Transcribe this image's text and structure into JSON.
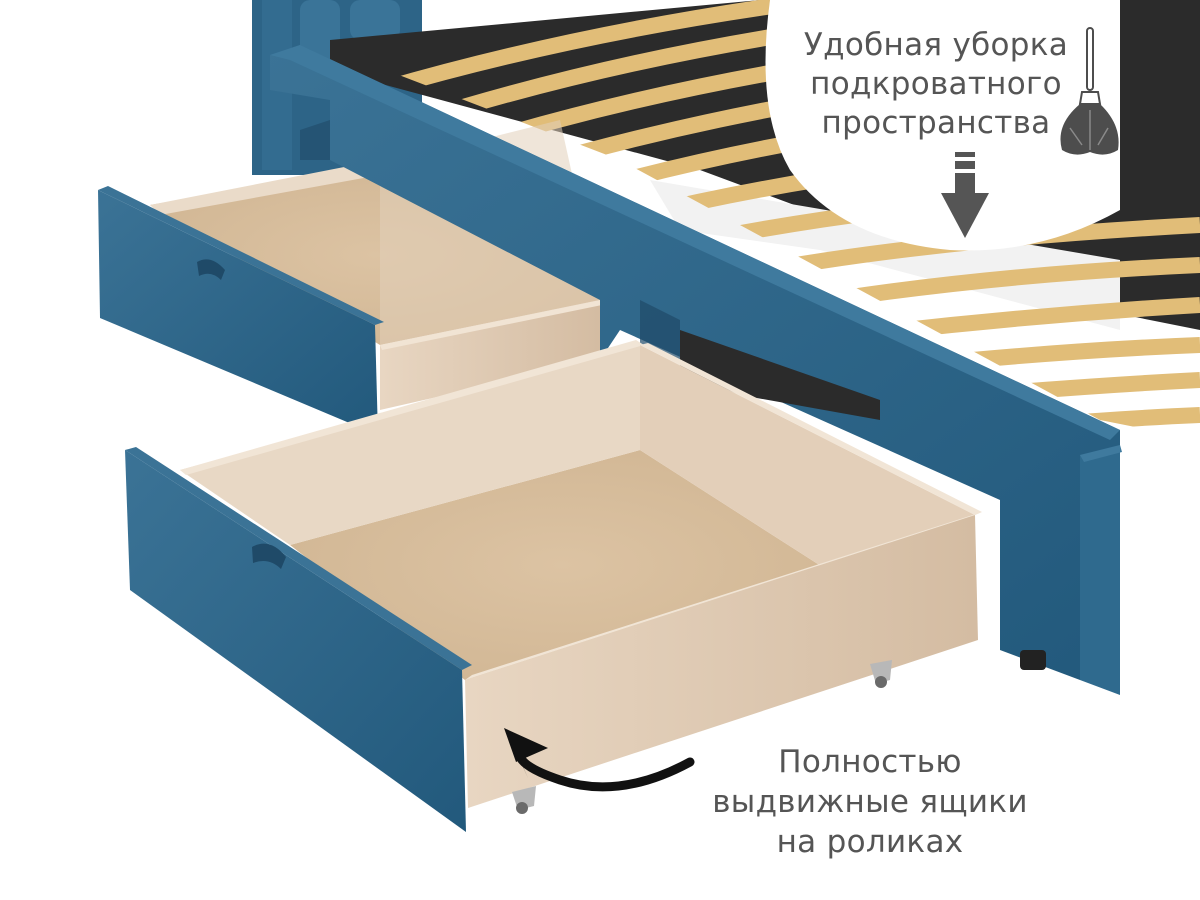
{
  "image": {
    "subject": "Upholstered bed with pull-out storage drawers",
    "colors": {
      "upholstery": "#2a5f82",
      "upholstery_shadow": "#1f4a68",
      "upholstery_highlight": "#3b7396",
      "slats": "#e1bd78",
      "slats_edge": "#c99c4e",
      "base_dark": "#2b2b2b",
      "drawer_wood": "#e6d3be",
      "drawer_wood_dark": "#d6bea4",
      "drawer_floor": "#d9bf9f",
      "text": "#555555",
      "icon": "#4d4d4d"
    }
  },
  "callouts": {
    "top": {
      "lines": [
        "Удобная уборка",
        "подкроватного",
        "пространства"
      ],
      "icons": [
        "feather-duster-icon",
        "down-arrow-icon"
      ]
    },
    "bottom": {
      "lines": [
        "Полностью",
        "выдвижные ящики",
        "на роликах"
      ],
      "icons": [
        "curved-arrow-icon"
      ]
    }
  }
}
